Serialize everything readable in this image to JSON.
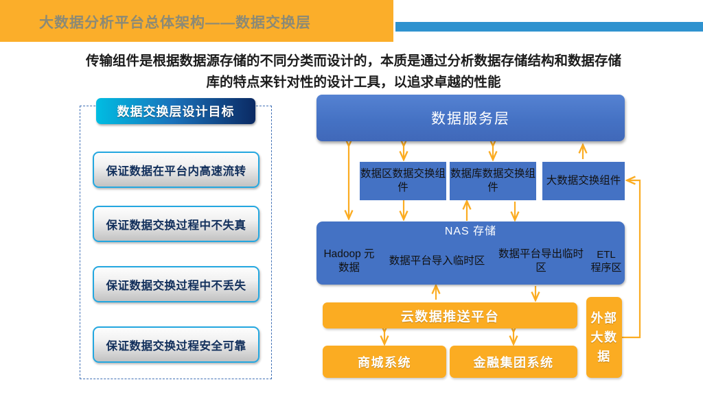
{
  "header": {
    "title": "大数据分析平台总体架构——数据交换层",
    "band_color": "#fbae2a",
    "rule_color": "#2f92cf",
    "title_color": "#8b8a76"
  },
  "subtitle": {
    "line1": "传输组件是根据数据源存储的不同分类而设计的，本质是通过分析数据存储结构和数据存储",
    "line2": "库的特点来针对性的设计工具，以追求卓越的性能"
  },
  "left_panel": {
    "heading": "数据交换层设计目标",
    "heading_gradient_from": "#00bde2",
    "heading_gradient_to": "#0b2a63",
    "item_border_color": "#23a7e0",
    "items": [
      {
        "label": "保证数据在平台内高速流转"
      },
      {
        "label": "保证数据交换过程中不失真"
      },
      {
        "label": "保证数据交换过程中不丢失"
      },
      {
        "label": "保证数据交换过程安全可靠"
      }
    ]
  },
  "diagram": {
    "blue_color": "#4472c4",
    "orange_color": "#fbac22",
    "service_layer": "数据服务层",
    "components": [
      {
        "label": "数据区数据交换组件"
      },
      {
        "label": "数据库数据交换组件"
      },
      {
        "label": "大数据交换组件"
      }
    ],
    "nas": {
      "title": "NAS  存储",
      "cells": [
        {
          "label": "Hadoop 元数据"
        },
        {
          "label": "数据平台导入临时区"
        },
        {
          "label": "数据平台导出临时区"
        },
        {
          "label": "ETL 程序区"
        }
      ]
    },
    "cloud_platform": "云数据推送平台",
    "systems": [
      {
        "label": "商城系统"
      },
      {
        "label": "金融集团系统"
      }
    ],
    "external": "外部大数据"
  }
}
